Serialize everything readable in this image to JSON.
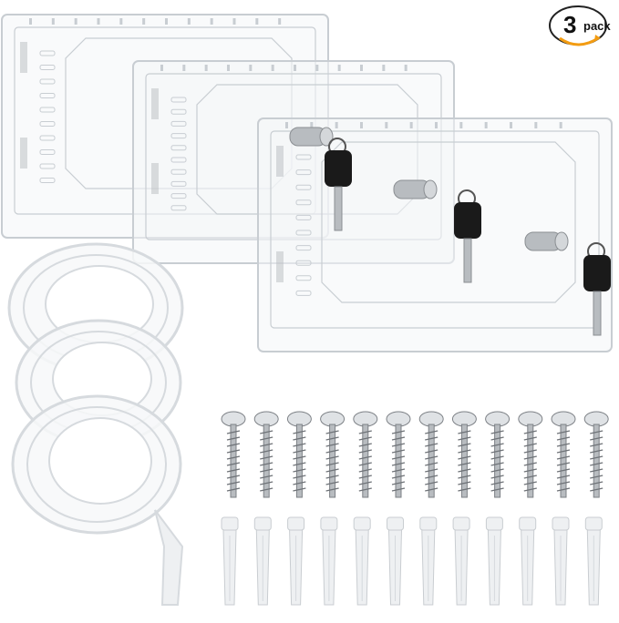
{
  "badge": {
    "count": "3",
    "word": "pack",
    "accent_color": "#f39c12"
  },
  "product": {
    "box_count": 3,
    "key_count": 3,
    "tape_roll_count": 3,
    "screw_count": 12,
    "anchor_count": 12
  },
  "colors": {
    "acrylic_edge": "#c8cdd2",
    "acrylic_fill": "#f4f6f8",
    "key_black": "#1a1a1a",
    "metal": "#b8bcc0",
    "tape_edge": "#d6dade",
    "anchor_fill": "#eef0f2"
  }
}
